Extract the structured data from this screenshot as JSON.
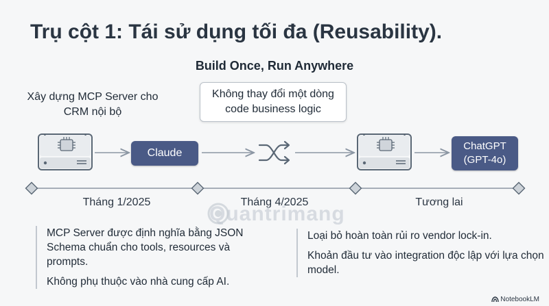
{
  "title": "Trụ cột 1: Tái sử dụng tối đa (Reusability).",
  "subtitle": "Build Once, Run Anywhere",
  "server_caption": "Xây dựng MCP Server cho CRM nội bộ",
  "callout": "Không thay đổi một dòng code business logic",
  "nodes": {
    "claude": "Claude",
    "chatgpt": "ChatGPT (GPT-4o)"
  },
  "timeline": [
    "Tháng 1/2025",
    "Tháng 4/2025",
    "Tương lai"
  ],
  "left_notes": [
    "MCP Server được định nghĩa bằng JSON Schema chuẩn cho tools, resources và prompts.",
    "Không phụ thuộc vào nhà cung cấp AI."
  ],
  "right_notes": [
    "Loại bỏ hoàn toàn rủi ro vendor lock-in.",
    "Khoản đầu tư vào integration độc lập với lựa chọn model."
  ],
  "watermark": "Quantrimang",
  "brand": "NotebookLM",
  "colors": {
    "pill": "#4a5a86",
    "line": "#8b96a3",
    "server_body": "#e9ecef",
    "server_outline": "#5a6775"
  }
}
